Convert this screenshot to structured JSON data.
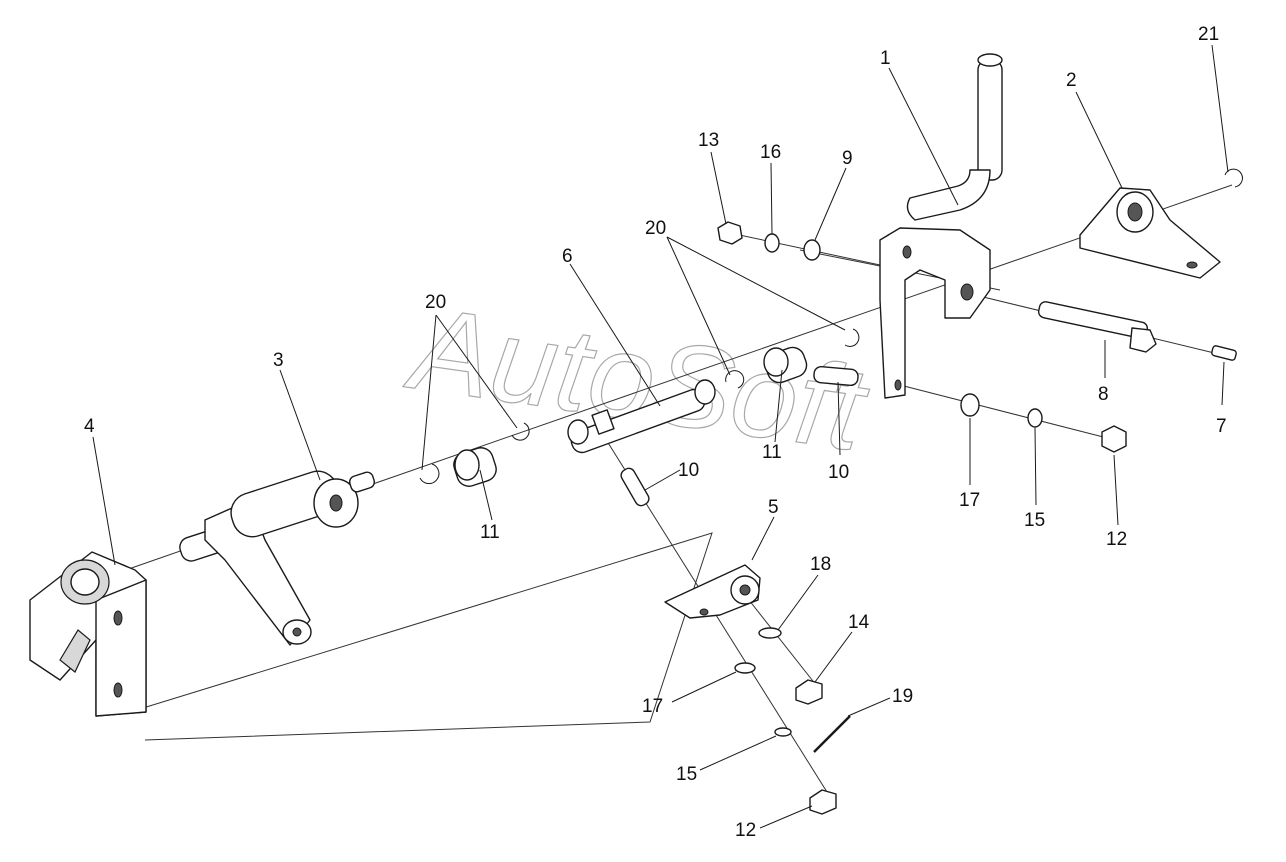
{
  "watermark": {
    "text": "AutoSoft"
  },
  "callouts": [
    {
      "id": "c1",
      "label": "1"
    },
    {
      "id": "c2",
      "label": "2"
    },
    {
      "id": "c21",
      "label": "21"
    },
    {
      "id": "c13",
      "label": "13"
    },
    {
      "id": "c16",
      "label": "16"
    },
    {
      "id": "c9",
      "label": "9"
    },
    {
      "id": "c20a",
      "label": "20"
    },
    {
      "id": "c6",
      "label": "6"
    },
    {
      "id": "c20b",
      "label": "20"
    },
    {
      "id": "c3",
      "label": "3"
    },
    {
      "id": "c4",
      "label": "4"
    },
    {
      "id": "c11a",
      "label": "11"
    },
    {
      "id": "c11b",
      "label": "11"
    },
    {
      "id": "c10a",
      "label": "10"
    },
    {
      "id": "c10b",
      "label": "10"
    },
    {
      "id": "c8",
      "label": "8"
    },
    {
      "id": "c7",
      "label": "7"
    },
    {
      "id": "c17a",
      "label": "17"
    },
    {
      "id": "c15a",
      "label": "15"
    },
    {
      "id": "c12a",
      "label": "12"
    },
    {
      "id": "c5",
      "label": "5"
    },
    {
      "id": "c18",
      "label": "18"
    },
    {
      "id": "c14",
      "label": "14"
    },
    {
      "id": "c19",
      "label": "19"
    },
    {
      "id": "c17b",
      "label": "17"
    },
    {
      "id": "c15b",
      "label": "15"
    },
    {
      "id": "c12b",
      "label": "12"
    }
  ]
}
